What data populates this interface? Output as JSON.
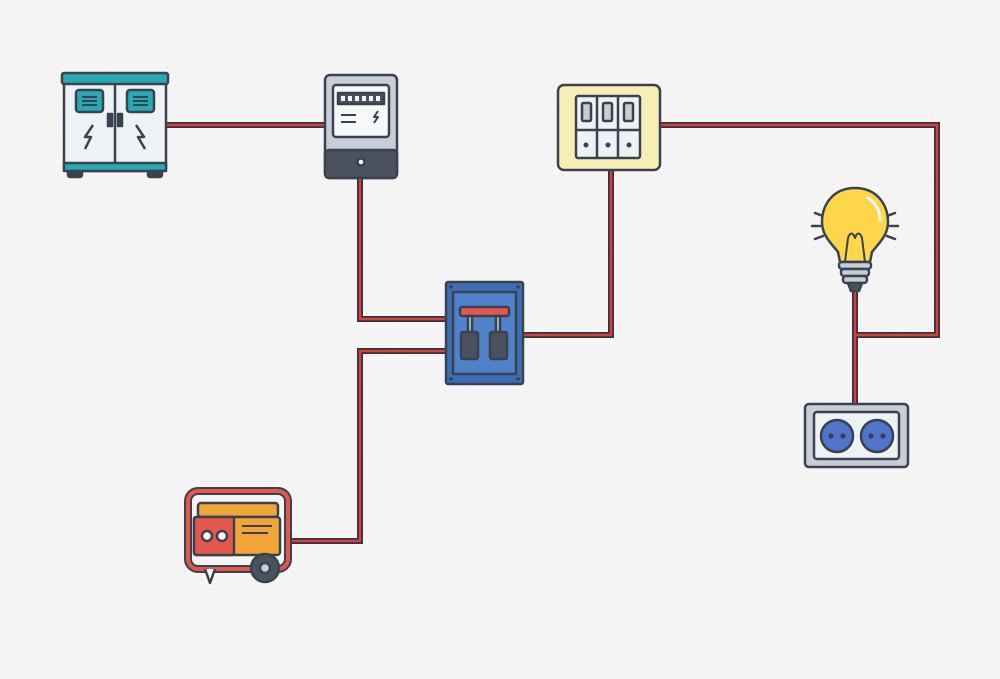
{
  "diagram": {
    "type": "electrical-wiring-diagram",
    "components": [
      {
        "id": "distribution-cabinet",
        "icon": "distribution-cabinet-icon"
      },
      {
        "id": "electric-meter",
        "icon": "electric-meter-icon"
      },
      {
        "id": "breaker-panel",
        "icon": "circuit-breaker-panel-icon"
      },
      {
        "id": "transfer-switch",
        "icon": "transfer-switch-icon"
      },
      {
        "id": "generator",
        "icon": "portable-generator-icon"
      },
      {
        "id": "light-bulb",
        "icon": "light-bulb-icon"
      },
      {
        "id": "wall-socket",
        "icon": "power-socket-icon"
      }
    ],
    "connections": [
      {
        "from": "distribution-cabinet",
        "to": "electric-meter"
      },
      {
        "from": "electric-meter",
        "to": "transfer-switch"
      },
      {
        "from": "generator",
        "to": "transfer-switch"
      },
      {
        "from": "transfer-switch",
        "to": "breaker-panel"
      },
      {
        "from": "breaker-panel",
        "to": "light-bulb"
      },
      {
        "from": "light-bulb",
        "to": "wall-socket"
      }
    ]
  },
  "colors": {
    "wire_outer": "#2f3640",
    "wire_inner": "#e23b3b",
    "outline": "#3a4250",
    "teal": "#27aab3",
    "meter_gray": "#c9ced6",
    "panel_cream": "#f7eeb5",
    "switch_blue": "#3d6fb6",
    "generator_red": "#e4574c",
    "generator_orange": "#f2a63a",
    "bulb_yellow": "#ffd54a",
    "socket_blue": "#4f74c9"
  }
}
